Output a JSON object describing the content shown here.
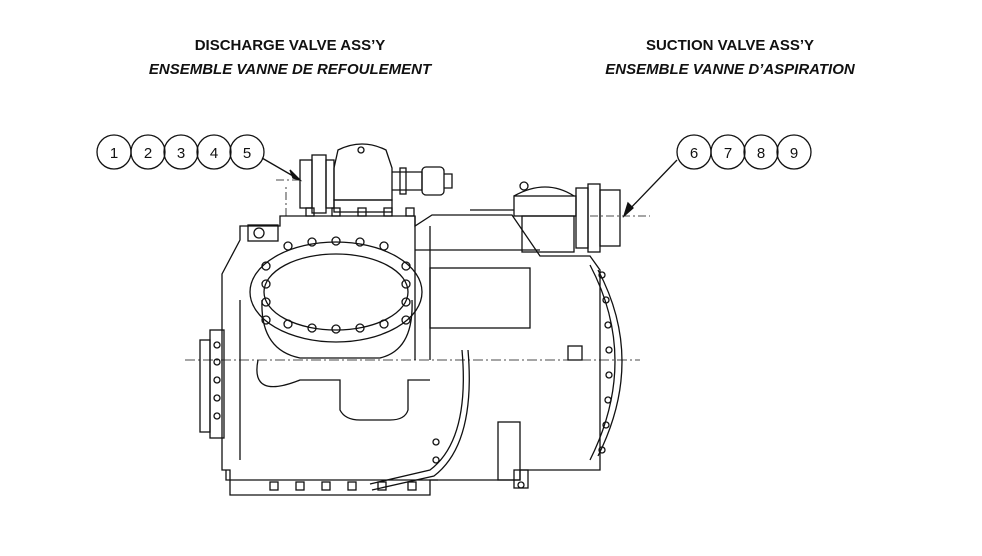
{
  "headings": {
    "discharge": {
      "en": "DISCHARGE VALVE ASS’Y",
      "fr": "ENSEMBLE VANNE DE REFOULEMENT"
    },
    "suction": {
      "en": "SUCTION VALVE ASS’Y",
      "fr": "ENSEMBLE VANNE D’ASPIRATION"
    }
  },
  "callouts": {
    "discharge": [
      "1",
      "2",
      "3",
      "4",
      "5"
    ],
    "suction": [
      "6",
      "7",
      "8",
      "9"
    ]
  }
}
